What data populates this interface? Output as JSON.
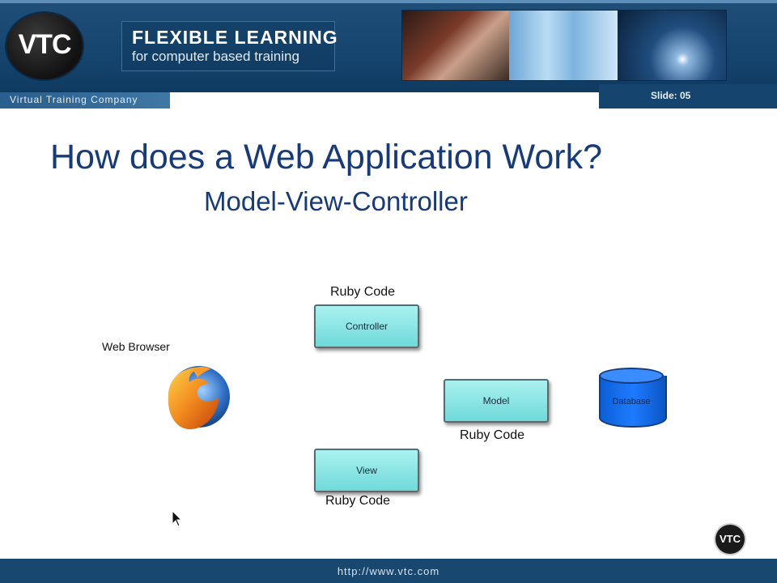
{
  "header": {
    "logo_text": "VTC",
    "brand_title": "FLEXIBLE LEARNING",
    "brand_subtitle": "for computer based training",
    "company": "Virtual Training Company",
    "slide_label": "Slide: 05"
  },
  "slide": {
    "title": "How does a Web Application Work?",
    "subtitle": "Model-View-Controller"
  },
  "diagram": {
    "web_browser_label": "Web Browser",
    "controller": {
      "caption": "Ruby Code",
      "label": "Controller"
    },
    "model": {
      "caption": "Ruby Code",
      "label": "Model"
    },
    "view": {
      "caption": "Ruby Code",
      "label": "View"
    },
    "database_label": "Database"
  },
  "corner_logo_text": "VTC",
  "footer": {
    "url": "http://www.vtc.com"
  },
  "colors": {
    "header_bg": "#15456e",
    "title_text": "#163a7a",
    "mvc_box": "#6fd9d9",
    "database": "#1e7bff"
  }
}
